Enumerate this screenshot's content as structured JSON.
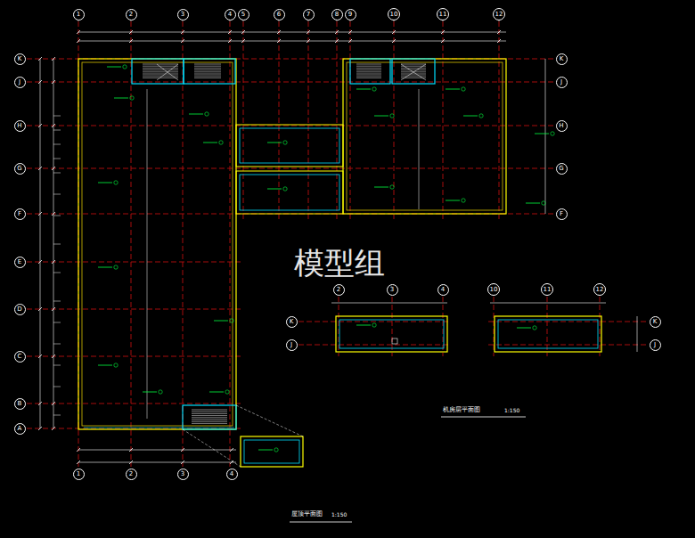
{
  "diagram": {
    "nodes": [
      {
        "text": [
          "1"
        ]
      },
      {
        "text": [
          "2"
        ]
      },
      {
        "text": [
          "3"
        ]
      },
      {
        "text": [
          "4"
        ]
      },
      {
        "text": [
          "5"
        ]
      },
      {
        "text": [
          "6"
        ]
      },
      {
        "text": [
          "7"
        ]
      },
      {
        "text": [
          "8"
        ]
      },
      {
        "text": [
          "9"
        ]
      },
      {
        "text": [
          "10"
        ]
      },
      {
        "text": [
          "11"
        ]
      },
      {
        "text": [
          "12"
        ]
      },
      {
        "text": [
          "K"
        ]
      },
      {
        "text": [
          "J"
        ]
      },
      {
        "text": [
          "H"
        ]
      },
      {
        "text": [
          "G"
        ]
      },
      {
        "text": [
          "F"
        ]
      },
      {
        "text": [
          "E"
        ]
      },
      {
        "text": [
          "D"
        ]
      },
      {
        "text": [
          "C"
        ]
      },
      {
        "text": [
          "B"
        ]
      },
      {
        "text": [
          "A"
        ]
      },
      {
        "text": [
          "K"
        ]
      },
      {
        "text": [
          "J"
        ]
      },
      {
        "text": [
          "H"
        ]
      },
      {
        "text": [
          "G"
        ]
      },
      {
        "text": [
          "F"
        ]
      },
      {
        "text": [
          "2"
        ]
      },
      {
        "text": [
          "3"
        ]
      },
      {
        "text": [
          "4"
        ]
      },
      {
        "text": [
          "10"
        ]
      },
      {
        "text": [
          "11"
        ]
      },
      {
        "text": [
          "12"
        ]
      },
      {
        "text": [
          "K"
        ]
      },
      {
        "text": [
          "J"
        ]
      },
      {
        "text": [
          "K"
        ]
      },
      {
        "text": [
          "J"
        ]
      },
      {
        "text": [
          "1"
        ]
      },
      {
        "text": [
          "2"
        ]
      },
      {
        "text": [
          "3"
        ]
      },
      {
        "text": [
          "4"
        ]
      }
    ],
    "labels": [
      "模型组",
      "机房层平面图",
      "1:150",
      "屋顶平面图",
      "1:150"
    ]
  }
}
